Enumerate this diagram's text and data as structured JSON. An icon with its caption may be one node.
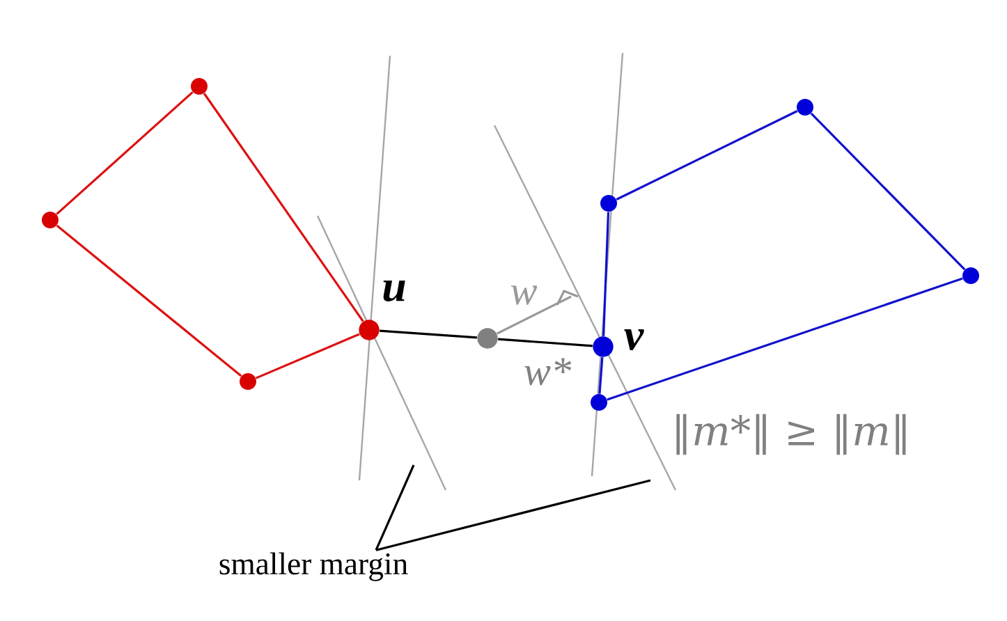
{
  "diagram": {
    "nodes": [
      {
        "text": [],
        "shape": "circle"
      },
      {
        "text": [],
        "shape": "circle"
      },
      {
        "text": [],
        "shape": "circle"
      },
      {
        "text": [],
        "shape": "circle",
        "beside": [
          "u"
        ]
      },
      {
        "text": [],
        "shape": "circle"
      },
      {
        "text": [],
        "shape": "circle",
        "beside": [
          "v"
        ]
      },
      {
        "text": [],
        "shape": "circle"
      },
      {
        "text": [],
        "shape": "circle"
      },
      {
        "text": [],
        "shape": "circle"
      },
      {
        "text": [],
        "shape": "circle"
      },
      {
        "text": [
          "smaller margin"
        ]
      }
    ],
    "edges": [
      {
        "from": 0,
        "to": 1,
        "arrow": "none",
        "color": "#dd1111"
      },
      {
        "from": 1,
        "to": 2,
        "arrow": "none",
        "color": "#dd1111"
      },
      {
        "from": 2,
        "to": 3,
        "arrow": "none",
        "color": "#dd1111"
      },
      {
        "from": 3,
        "to": 0,
        "arrow": "none",
        "color": "#dd1111"
      },
      {
        "from": 5,
        "to": 6,
        "arrow": "none",
        "color": "#1111cc"
      },
      {
        "from": 6,
        "to": 7,
        "arrow": "none",
        "color": "#1111cc"
      },
      {
        "from": 7,
        "to": 8,
        "arrow": "none",
        "color": "#1111cc"
      },
      {
        "from": 8,
        "to": 9,
        "arrow": "none",
        "color": "#1111cc"
      },
      {
        "from": 9,
        "to": 5,
        "arrow": "none",
        "color": "#1111cc"
      },
      {
        "from": 3,
        "to": 4,
        "arrow": "none",
        "color": "#000000"
      },
      {
        "from": 4,
        "to": 5,
        "arrow": "none",
        "color": "#000000"
      },
      {
        "from": 4,
        "to": null,
        "arrow": "other",
        "label": "w",
        "color": "#999999"
      },
      {
        "from": 10,
        "to": null,
        "arrow": "none",
        "color": "#000000"
      },
      {
        "from": 10,
        "to": null,
        "arrow": "none",
        "color": "#000000"
      }
    ],
    "labels": [
      "w*",
      "‖m*‖ ≥ ‖m‖"
    ]
  }
}
